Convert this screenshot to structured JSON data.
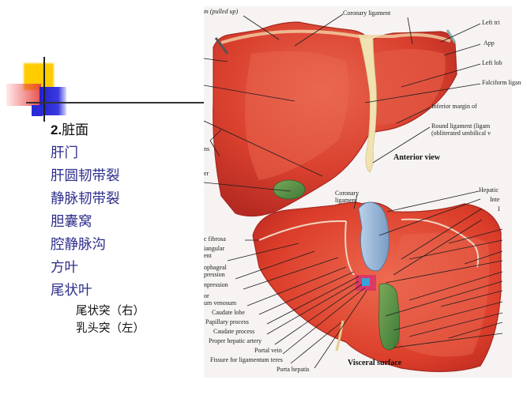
{
  "slide": {
    "heading_number": "2.",
    "heading_text": "脏面",
    "items": [
      {
        "label": "肝门"
      },
      {
        "label": "肝圆韧带裂"
      },
      {
        "label": "静脉韧带裂"
      },
      {
        "label": "胆囊窝"
      },
      {
        "label": "腔静脉沟"
      },
      {
        "label": "方叶"
      },
      {
        "label": "尾状叶"
      }
    ],
    "subitems": [
      {
        "label": "尾状突（右）"
      },
      {
        "label": "乳头突（左）"
      }
    ],
    "colors": {
      "item_text": "#2e2e8c",
      "heading_text": "#111111",
      "deco_yellow": "#ffcc00",
      "deco_blue": "#2a2ad8",
      "deco_red": "#e04040"
    }
  },
  "figure": {
    "anterior": {
      "title": "Anterior view",
      "labels": {
        "pulled_up": "m (pulled up)",
        "coronary": "Coronary ligament",
        "left_tri": "Left tri",
        "app": "App",
        "left_lob": "Left lob",
        "falciform": "Falciform ligan",
        "inferior_margin": "Inferior margin of",
        "round_lig_1": "Round ligament (ligam",
        "round_lig_2": "(obliterated umbilical v",
        "ns": "ns",
        "er": "er"
      }
    },
    "visceral": {
      "title": "Visceral surface",
      "labels": {
        "coronary_1": "Coronary",
        "coronary_2": "ligament",
        "hepatic": "Hepatic",
        "inte": "Inte",
        "i": "I",
        "fibrosa": "c fibrosa",
        "triangular": "iangular",
        "ent": "ent",
        "esophageal": "ophageal",
        "pression1": "pression",
        "pression2": "npression",
        "or": "or",
        "venosum": "um venosum",
        "caudate_lobe": "Caudate lobe",
        "papillary": "Papillary process",
        "caudate_process": "Caudate process",
        "proper_hepatic": "Proper hepatic artery",
        "portal_vein": "Portal vein",
        "fissure": "Fissure for ligamentum teres",
        "porta": "Porta hepatis"
      }
    }
  }
}
